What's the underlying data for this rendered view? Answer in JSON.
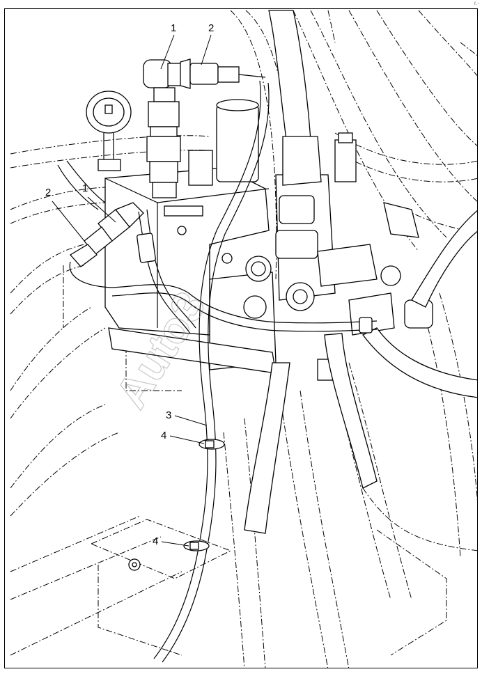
{
  "diagram": {
    "watermark": "Auto3",
    "callouts": [
      {
        "label": "1"
      },
      {
        "label": "2"
      },
      {
        "label": "1"
      },
      {
        "label": "2"
      },
      {
        "label": "3"
      },
      {
        "label": "4"
      },
      {
        "label": "4"
      }
    ],
    "corner_mark": "r.-"
  }
}
